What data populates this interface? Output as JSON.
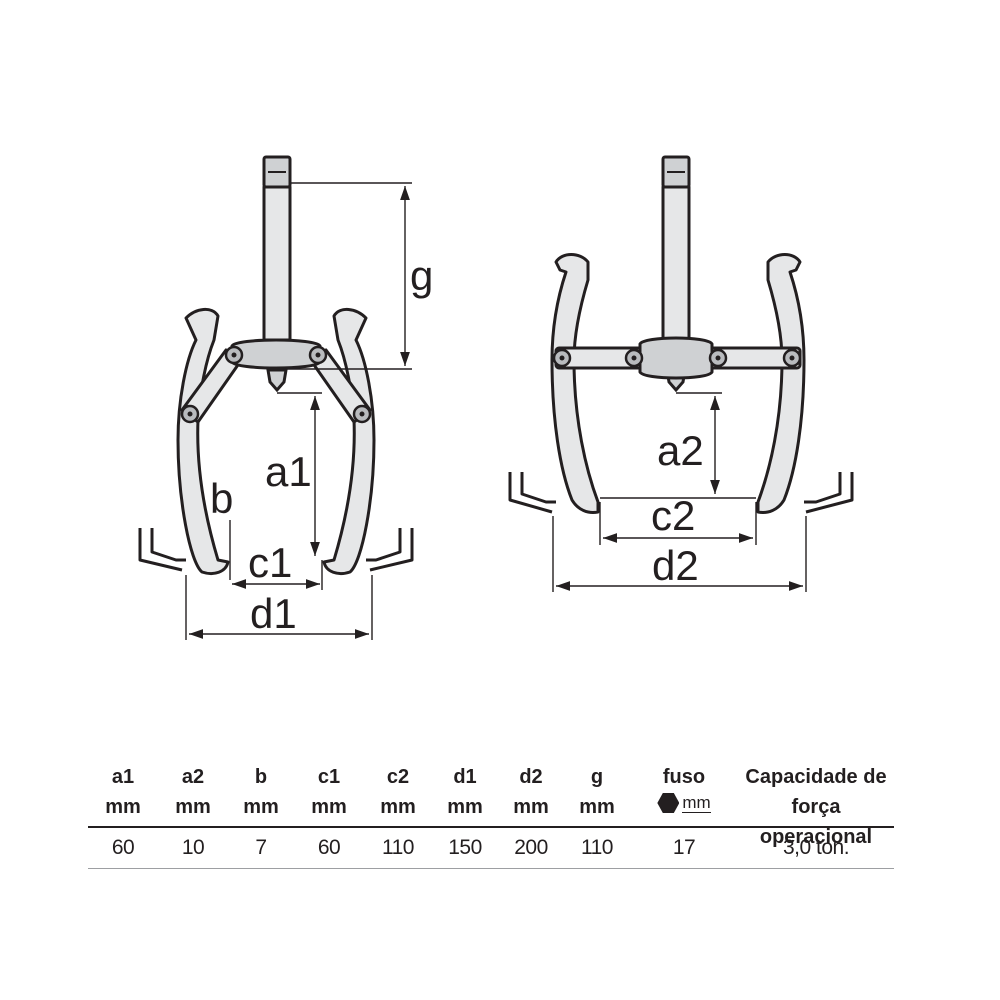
{
  "diagram": {
    "labels": {
      "g": "g",
      "a1": "a1",
      "b": "b",
      "c1": "c1",
      "d1": "d1",
      "a2": "a2",
      "c2": "c2",
      "d2": "d2"
    }
  },
  "table": {
    "headers": [
      {
        "line1": "a1",
        "line2": "mm"
      },
      {
        "line1": "a2",
        "line2": "mm"
      },
      {
        "line1": "b",
        "line2": "mm"
      },
      {
        "line1": "c1",
        "line2": "mm"
      },
      {
        "line1": "c2",
        "line2": "mm"
      },
      {
        "line1": "d1",
        "line2": "mm"
      },
      {
        "line1": "d2",
        "line2": "mm"
      },
      {
        "line1": "g",
        "line2": "mm"
      },
      {
        "line1": "fuso",
        "line2": "mm"
      },
      {
        "line1": "Capacidade de",
        "line2": "força operacional"
      }
    ],
    "values": [
      "60",
      "10",
      "7",
      "60",
      "110",
      "150",
      "200",
      "110",
      "17",
      "3,0 ton."
    ]
  },
  "colors": {
    "ink": "#231f20",
    "metal": "#e6e7e8"
  }
}
